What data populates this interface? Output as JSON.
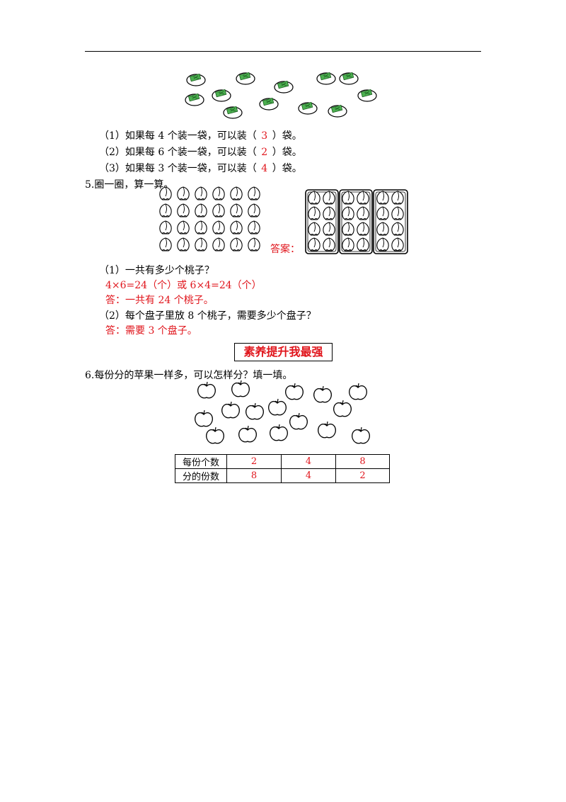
{
  "candy_section": {
    "q1": {
      "prefix": "（1）如果每 4 个装一袋，可以装（",
      "answer": "3",
      "suffix": "）袋。"
    },
    "q2": {
      "prefix": "（2）如果每 6 个装一袋，可以装（",
      "answer": "2",
      "suffix": "）袋。"
    },
    "q3": {
      "prefix": "（3）如果每 3 个装一袋，可以装（",
      "answer": "4",
      "suffix": "）袋。"
    }
  },
  "problem5": {
    "title": "5.圈一圈，算一算。",
    "answer_label": "答案：",
    "q1": "（1）一共有多少个桃子？",
    "q1_formula": "4×6=24（个）或 6×4=24（个）",
    "q1_answer": "答：一共有 24 个桃子。",
    "q2": "（2）每个盘子里放 8 个桃子，需要多少个盘子？",
    "q2_answer": "答：需要 3 个盘子。"
  },
  "banner": "素养提升我最强",
  "problem6": {
    "title": "6.每份分的苹果一样多，可以怎样分？填一填。",
    "table": {
      "row1_label": "每份个数",
      "row1": [
        "2",
        "4",
        "8"
      ],
      "row2_label": "分的份数",
      "row2": [
        "8",
        "4",
        "2"
      ]
    }
  },
  "colors": {
    "answer": "#e0141b",
    "candy_wrapper": "#4caf50"
  },
  "icons": {
    "candy": "wrapped-candy-icon",
    "peach": "peach-icon",
    "apple": "apple-icon",
    "plate": "plate-box"
  }
}
